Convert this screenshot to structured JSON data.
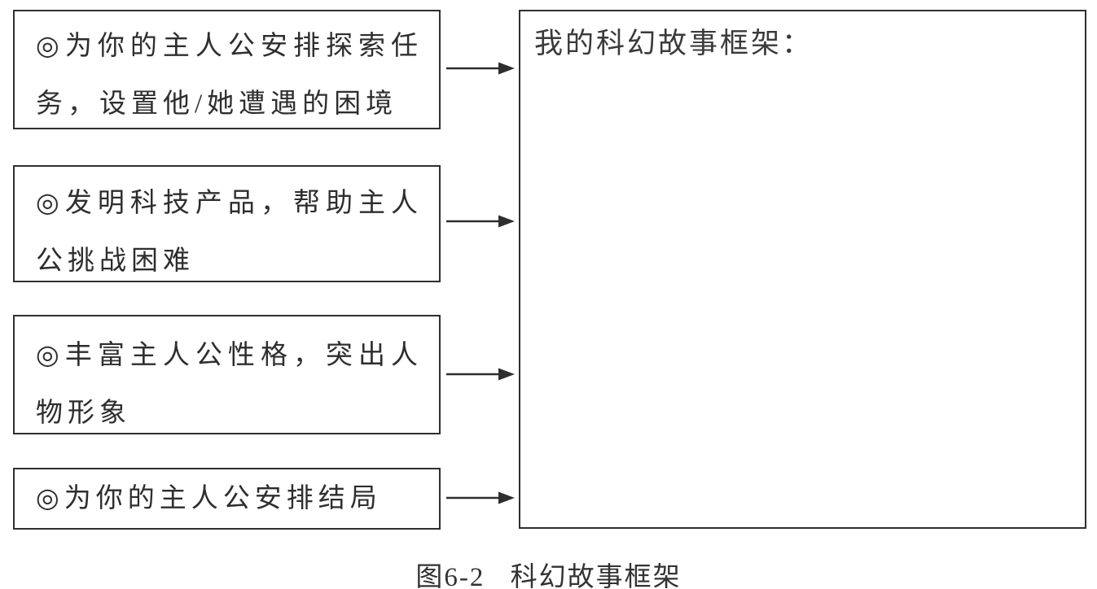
{
  "figure": {
    "steps": [
      {
        "bullet": "◎",
        "text": "为你的主人公安排探索任务，设置他/她遭遇的困境"
      },
      {
        "bullet": "◎",
        "text": "发明科技产品，帮助主人公挑战困难"
      },
      {
        "bullet": "◎",
        "text": "丰富主人公性格，突出人物形象"
      },
      {
        "bullet": "◎",
        "text": "为你的主人公安排结局"
      }
    ],
    "framework_box": {
      "title": "我的科幻故事框架："
    },
    "caption": {
      "label": "图6-2",
      "title": "科幻故事框架"
    }
  },
  "icons": {
    "arrow": "right-arrow"
  },
  "colors": {
    "ink": "#2e2e2e",
    "border": "#2f2f2f",
    "background": "#ffffff"
  }
}
